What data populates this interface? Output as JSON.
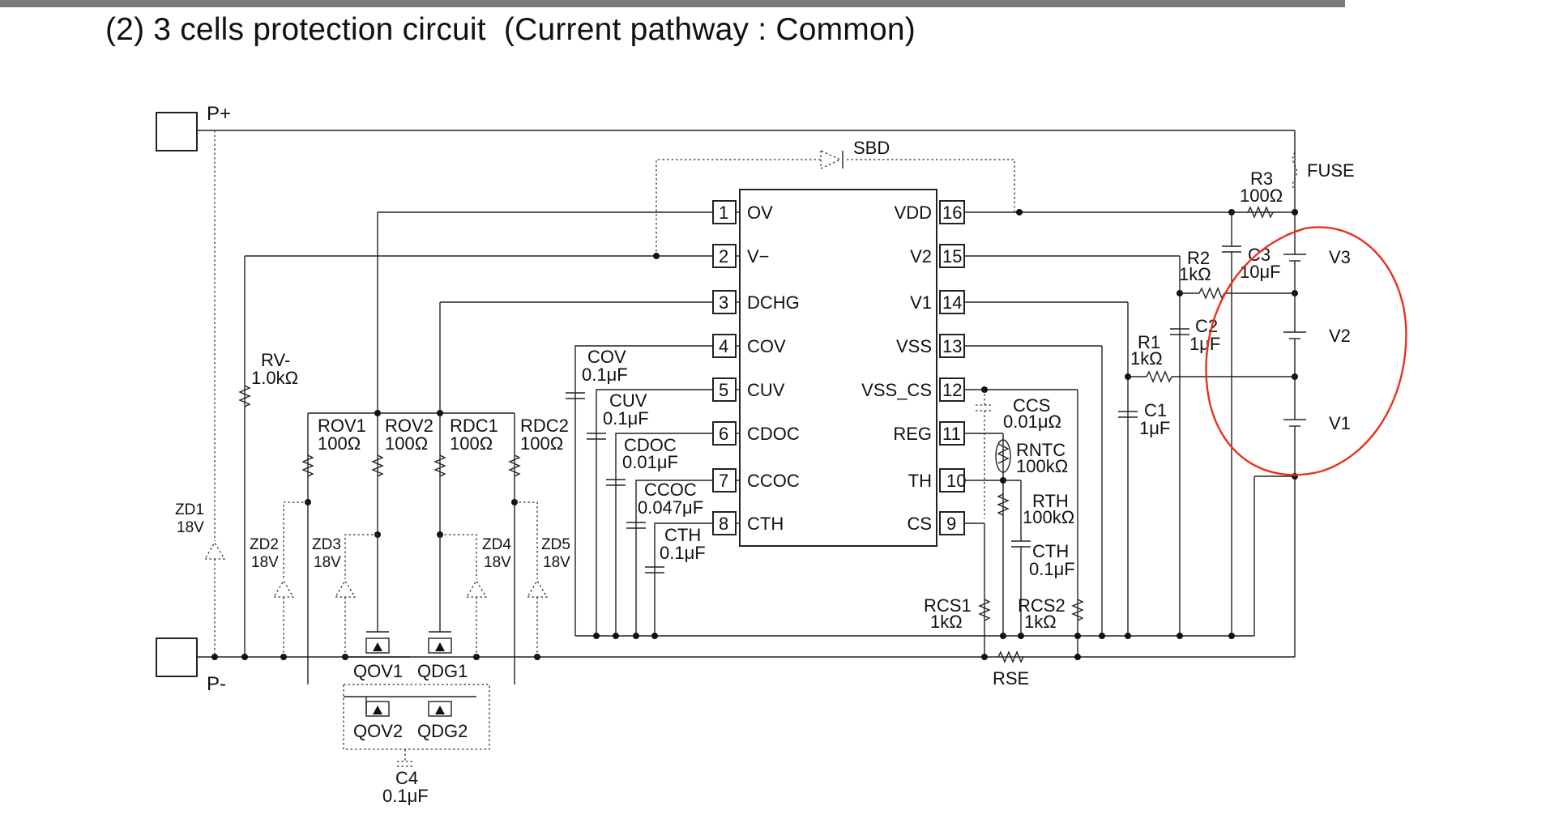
{
  "title": "(2) 3 cells protection circuit  (Current pathway : Common)",
  "colors": {
    "annotation": "#e8311e",
    "topbar": "#7a7a7a"
  },
  "terminals": {
    "p_plus": "P+",
    "p_minus": "P-"
  },
  "ic": {
    "left_pins": [
      {
        "num": "1",
        "name": "OV"
      },
      {
        "num": "2",
        "name": "V−"
      },
      {
        "num": "3",
        "name": "DCHG"
      },
      {
        "num": "4",
        "name": "COV"
      },
      {
        "num": "5",
        "name": "CUV"
      },
      {
        "num": "6",
        "name": "CDOC"
      },
      {
        "num": "7",
        "name": "CCOC"
      },
      {
        "num": "8",
        "name": "CTH"
      }
    ],
    "right_pins": [
      {
        "num": "16",
        "name": "VDD"
      },
      {
        "num": "15",
        "name": "V2"
      },
      {
        "num": "14",
        "name": "V1"
      },
      {
        "num": "13",
        "name": "VSS"
      },
      {
        "num": "12",
        "name": "VSS_CS"
      },
      {
        "num": "11",
        "name": "REG"
      },
      {
        "num": "10",
        "name": "TH"
      },
      {
        "num": "9",
        "name": "CS"
      }
    ]
  },
  "components": {
    "sbd": "SBD",
    "fuse": "FUSE",
    "r3": {
      "name": "R3",
      "value": "100Ω"
    },
    "c3": {
      "name": "C3",
      "value": "10μF"
    },
    "r2": {
      "name": "R2",
      "value": "1kΩ"
    },
    "c2": {
      "name": "C2",
      "value": "1μF"
    },
    "r1": {
      "name": "R1",
      "value": "1kΩ"
    },
    "c1": {
      "name": "C1",
      "value": "1μF"
    },
    "rv": {
      "name": "RV-",
      "value": "1.0kΩ"
    },
    "rov1": {
      "name": "ROV1",
      "value": "100Ω"
    },
    "rov2": {
      "name": "ROV2",
      "value": "100Ω"
    },
    "rdc1": {
      "name": "RDC1",
      "value": "100Ω"
    },
    "rdc2": {
      "name": "RDC2",
      "value": "100Ω"
    },
    "cov": {
      "name": "COV",
      "value": "0.1μF"
    },
    "cuv": {
      "name": "CUV",
      "value": "0.1μF"
    },
    "cdoc": {
      "name": "CDOC",
      "value": "0.01μF"
    },
    "ccoc": {
      "name": "CCOC",
      "value": "0.047μF"
    },
    "cth_cap": {
      "name": "CTH",
      "value": "0.1μF"
    },
    "ccs": {
      "name": "CCS",
      "value": "0.01μΩ"
    },
    "rntc": {
      "name": "RNTC",
      "value": "100kΩ"
    },
    "rth": {
      "name": "RTH",
      "value": "100kΩ"
    },
    "cth_right": {
      "name": "CTH",
      "value": "0.1μF"
    },
    "rcs1": {
      "name": "RCS1",
      "value": "1kΩ"
    },
    "rcs2": {
      "name": "RCS2",
      "value": "1kΩ"
    },
    "rse": "RSE",
    "zd1": {
      "name": "ZD1",
      "value": "18V"
    },
    "zd2": {
      "name": "ZD2",
      "value": "18V"
    },
    "zd3": {
      "name": "ZD3",
      "value": "18V"
    },
    "zd4": {
      "name": "ZD4",
      "value": "18V"
    },
    "zd5": {
      "name": "ZD5",
      "value": "18V"
    },
    "qov1": "QOV1",
    "qdg1": "QDG1",
    "qov2": "QOV2",
    "qdg2": "QDG2",
    "c4": {
      "name": "C4",
      "value": "0.1μF"
    }
  },
  "cells": [
    "V3",
    "V2",
    "V1"
  ]
}
